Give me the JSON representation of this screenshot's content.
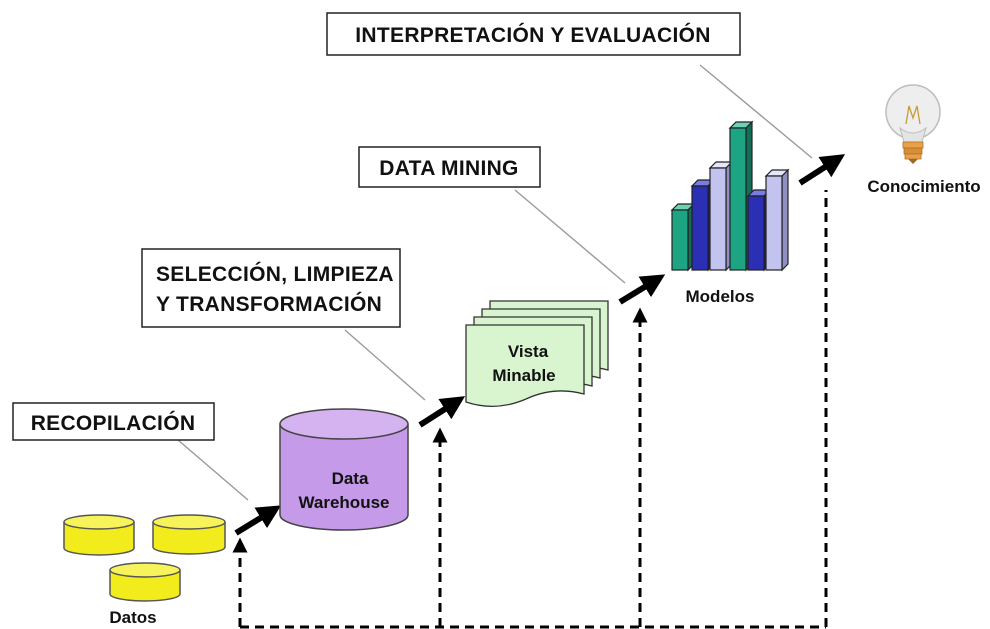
{
  "stages": {
    "recopilacion": "RECOPILACIÓN",
    "seleccion_line1": "SELECCIÓN, LIMPIEZA",
    "seleccion_line2": "Y TRANSFORMACIÓN",
    "data_mining": "DATA MINING",
    "interpretacion": "INTERPRETACIÓN Y EVALUACIÓN"
  },
  "nodes": {
    "datos": "Datos",
    "warehouse_line1": "Data",
    "warehouse_line2": "Warehouse",
    "vista_line1": "Vista",
    "vista_line2": "Minable",
    "modelos": "Modelos",
    "conocimiento": "Conocimiento"
  },
  "colors": {
    "datos_cylinder": "#f2ec1c",
    "warehouse_cylinder": "#c59ae8",
    "vista_pages": "#d8f5cf",
    "bar_teal": "#1da483",
    "bar_navy": "#2b2fb3",
    "bar_lavender": "#c3c3ef",
    "bulb": "#eaeaea",
    "bulb_base": "#e8a04a"
  }
}
